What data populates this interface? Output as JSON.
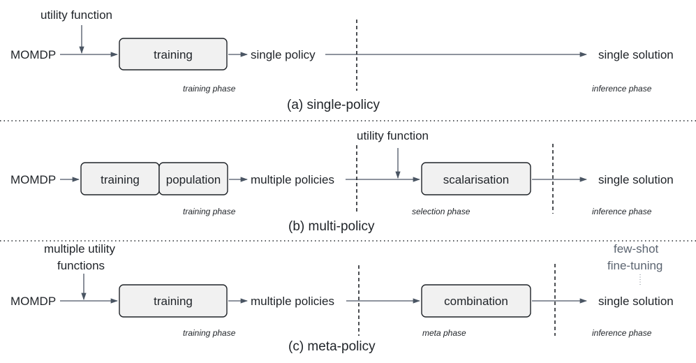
{
  "single": {
    "input": "MOMDP",
    "utility": "utility function",
    "box": "training",
    "output": "single policy",
    "solution": "single solution",
    "phase_training": "training phase",
    "phase_inference": "inference phase",
    "caption": "(a) single-policy"
  },
  "multi": {
    "input": "MOMDP",
    "box_training": "training",
    "box_population": "population",
    "output": "multiple policies",
    "utility": "utility function",
    "box_scalar": "scalarisation",
    "solution": "single solution",
    "phase_training": "training phase",
    "phase_selection": "selection phase",
    "phase_inference": "inference phase",
    "caption": "(b) multi-policy"
  },
  "meta": {
    "input": "MOMDP",
    "utility_line1": "multiple utility",
    "utility_line2": "functions",
    "box": "training",
    "output": "multiple policies",
    "box_combination": "combination",
    "note_line1": "few-shot",
    "note_line2": "fine-tuning",
    "solution": "single solution",
    "phase_training": "training phase",
    "phase_meta": "meta phase",
    "phase_inference": "inference phase",
    "caption": "(c) meta-policy"
  }
}
